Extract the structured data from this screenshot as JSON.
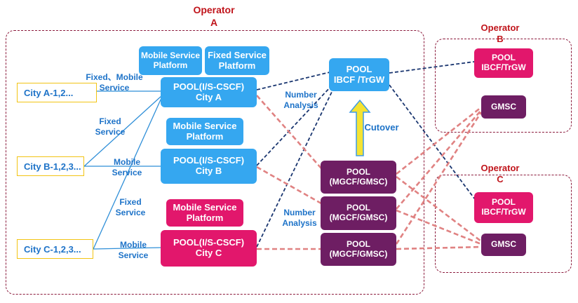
{
  "operators": {
    "a": "Operator\nA",
    "b": "Operator\nB",
    "c": "Operator\nC"
  },
  "platforms": {
    "mobile_a": "Mobile Service\nPlatform",
    "fixed_a": "Fixed Service\nPlatform",
    "mobile_b": "Mobile Service\nPlatform",
    "mobile_c": "Mobile Service\nPlatform"
  },
  "cscf": {
    "a": "POOL(I/S-CSCF)\nCity A",
    "b": "POOL(I/S-CSCF)\nCity B",
    "c": "POOL(I/S-CSCF)\nCity C"
  },
  "cities": {
    "a": "City A-1,2...",
    "b": "City B-1,2,3...",
    "c": "City C-1,2,3..."
  },
  "service_labels": {
    "fixed_mobile": "Fixed、Mobile\nService",
    "fixed_1": "Fixed\nService",
    "mobile_1": "Mobile\nService",
    "fixed_2": "Fixed\nService",
    "mobile_2": "Mobile\nService"
  },
  "ibcf_a": "POOL\nIBCF /TrGW",
  "mgcf": [
    "POOL\n(MGCF/GMSC)",
    "POOL\n(MGCF/GMSC)",
    "POOL\n(MGCF/GMSC)"
  ],
  "cutover": "Cutover",
  "number_analysis": [
    "Number\nAnalysis",
    "Number\nAnalysis"
  ],
  "op_b": {
    "ibcf": "POOL\nIBCF/TrGW",
    "gmsc": "GMSC"
  },
  "op_c": {
    "ibcf": "POOL\nIBCF/TrGW",
    "gmsc": "GMSC"
  },
  "colors": {
    "blue": "#35a7f0",
    "pink": "#e2176c",
    "purple": "#6e1e63",
    "region_border": "#8b1a3c",
    "operator_text": "#c0141b"
  }
}
